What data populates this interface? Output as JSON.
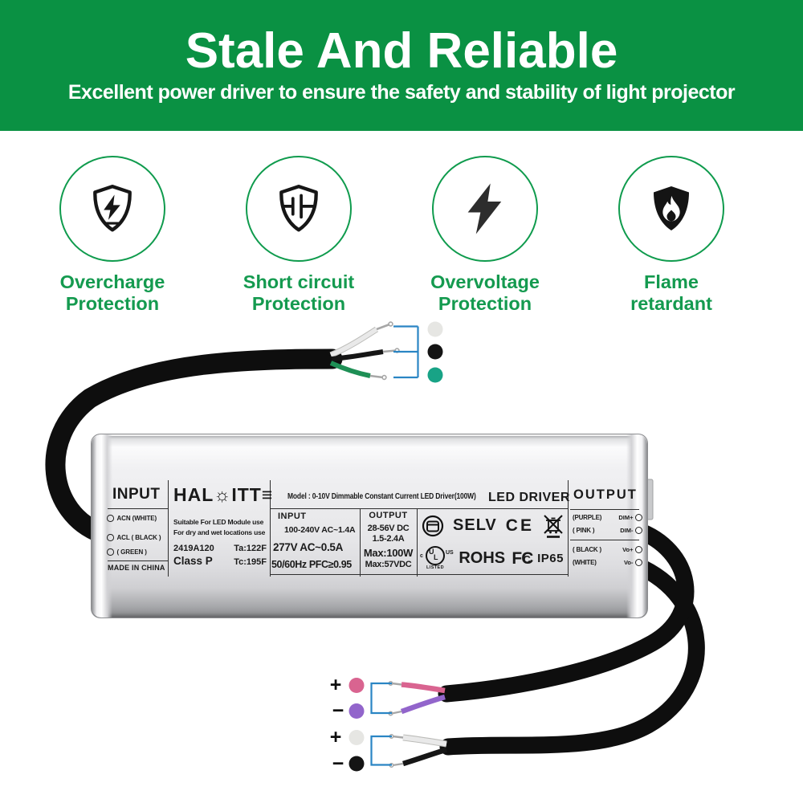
{
  "banner": {
    "title": "Stale And Reliable",
    "subtitle": "Excellent power driver to ensure the safety and stability of light projector",
    "bg_color": "#0a9143",
    "text_color": "#ffffff"
  },
  "accent_green": "#0f9b4d",
  "features": [
    {
      "icon": "shield-bolt",
      "line1": "Overcharge",
      "line2": "Protection"
    },
    {
      "icon": "shield-capacitor",
      "line1": "Short circuit",
      "line2": "Protection"
    },
    {
      "icon": "lightning-bolt",
      "line1": "Overvoltage",
      "line2": "Protection"
    },
    {
      "icon": "shield-flame",
      "line1": "Flame",
      "line2": "retardant"
    }
  ],
  "driver": {
    "input_col": {
      "header": "INPUT",
      "terminal1": "ACN (WHITE)",
      "terminal2": "ACL ( BLACK )",
      "terminal3": "( GREEN )",
      "origin": "MADE IN CHINA"
    },
    "brand": {
      "logo": "HAL☼ITT≡",
      "note1": "Suitable For LED Module use",
      "note2": "For dry and wet locations use",
      "code": "2419A120",
      "ta": "Ta:122F",
      "class": "Class P",
      "tc": "Tc:195F"
    },
    "model": "Model : 0-10V Dimmable Constant Current LED Driver(100W)",
    "type": "LED DRIVER",
    "spec_in": {
      "header": "INPUT",
      "v1": "100-240V AC~1.4A",
      "v2": "277V AC~0.5A",
      "v3": "50/60Hz PFC≥0.95"
    },
    "spec_out": {
      "header": "OUTPUT",
      "v1": "28-56V DC",
      "v2": "1.5-2.4A",
      "v3": "Max:100W",
      "v4": "Max:57VDC"
    },
    "certs": {
      "selv": "SELV",
      "ce": "CE",
      "rohs": "ROHS",
      "fcc_f": "F",
      "fcc_c1": "C",
      "fcc_c2": "C",
      "ip": "IP65",
      "ul_u": "U",
      "ul_l": "L",
      "ul_c": "c",
      "ul_us": "US",
      "ul_listed": "LISTED"
    },
    "output_col": {
      "header": "OUTPUT",
      "row1": {
        "wire": "(PURPLE)",
        "sig": "DIM+"
      },
      "row2": {
        "wire": "( PINK )",
        "sig": "DIM-"
      },
      "row3": {
        "wire": "( BLACK )",
        "sig": "Vo+"
      },
      "row4": {
        "wire": "(WHITE)",
        "sig": "Vo-"
      }
    }
  },
  "wiring": {
    "bracket_color": "#2a85c4",
    "plus": "+",
    "minus": "−",
    "dots": {
      "white": "#e6e6e3",
      "black": "#141414",
      "green": "#18a386",
      "pink": "#d96490",
      "purple": "#9265cb"
    },
    "wires": {
      "white": "#e9e9e9",
      "black": "#161616",
      "green": "#1e8f55",
      "pink": "#d96490",
      "purple": "#9265cb"
    }
  }
}
